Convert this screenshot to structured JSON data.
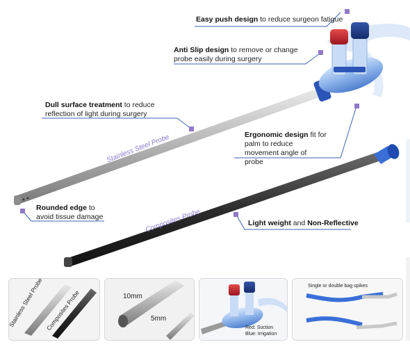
{
  "callouts": {
    "easy_push": {
      "bold": "Easy push design",
      "rest": " to reduce surgeon fatigue"
    },
    "anti_slip": {
      "bold": "Anti Slip design",
      "rest": " to remove or change probe easily during surgery"
    },
    "dull_surface": {
      "bold": "Dull surface treatment",
      "rest": " to reduce reflection of light during surgery"
    },
    "ergonomic": {
      "bold": "Ergonomic design",
      "rest": " fit for palm to reduce movement angle of probe"
    },
    "rounded_edge": {
      "bold": "Rounded edge",
      "rest": " to avoid tissue damage"
    },
    "light_weight": {
      "bold1": "Light weight",
      "mid": " and ",
      "bold2": "Non-Reflective"
    }
  },
  "probe_labels": {
    "stainless": "Stainless Steel Probe",
    "composites": "Composites Probe"
  },
  "thumbnails": {
    "materials": {
      "label1": "Stainless Steel Probe",
      "label2": "Composites Probe"
    },
    "sizes": {
      "label1": "10mm",
      "label2": "5mm"
    },
    "valves": {
      "red": "Red: Suction",
      "blue": "Blue: Irrigation"
    },
    "spikes": {
      "title": "Single or double bag spikes"
    }
  },
  "colors": {
    "accent_line": "#3a63b8",
    "marker": "#8f79c9",
    "probe_label": "#8e7bd1",
    "suction_red": "#c0202a",
    "irrigation_blue": "#1d3f8e",
    "connector_blue": "#3a6fd8"
  }
}
